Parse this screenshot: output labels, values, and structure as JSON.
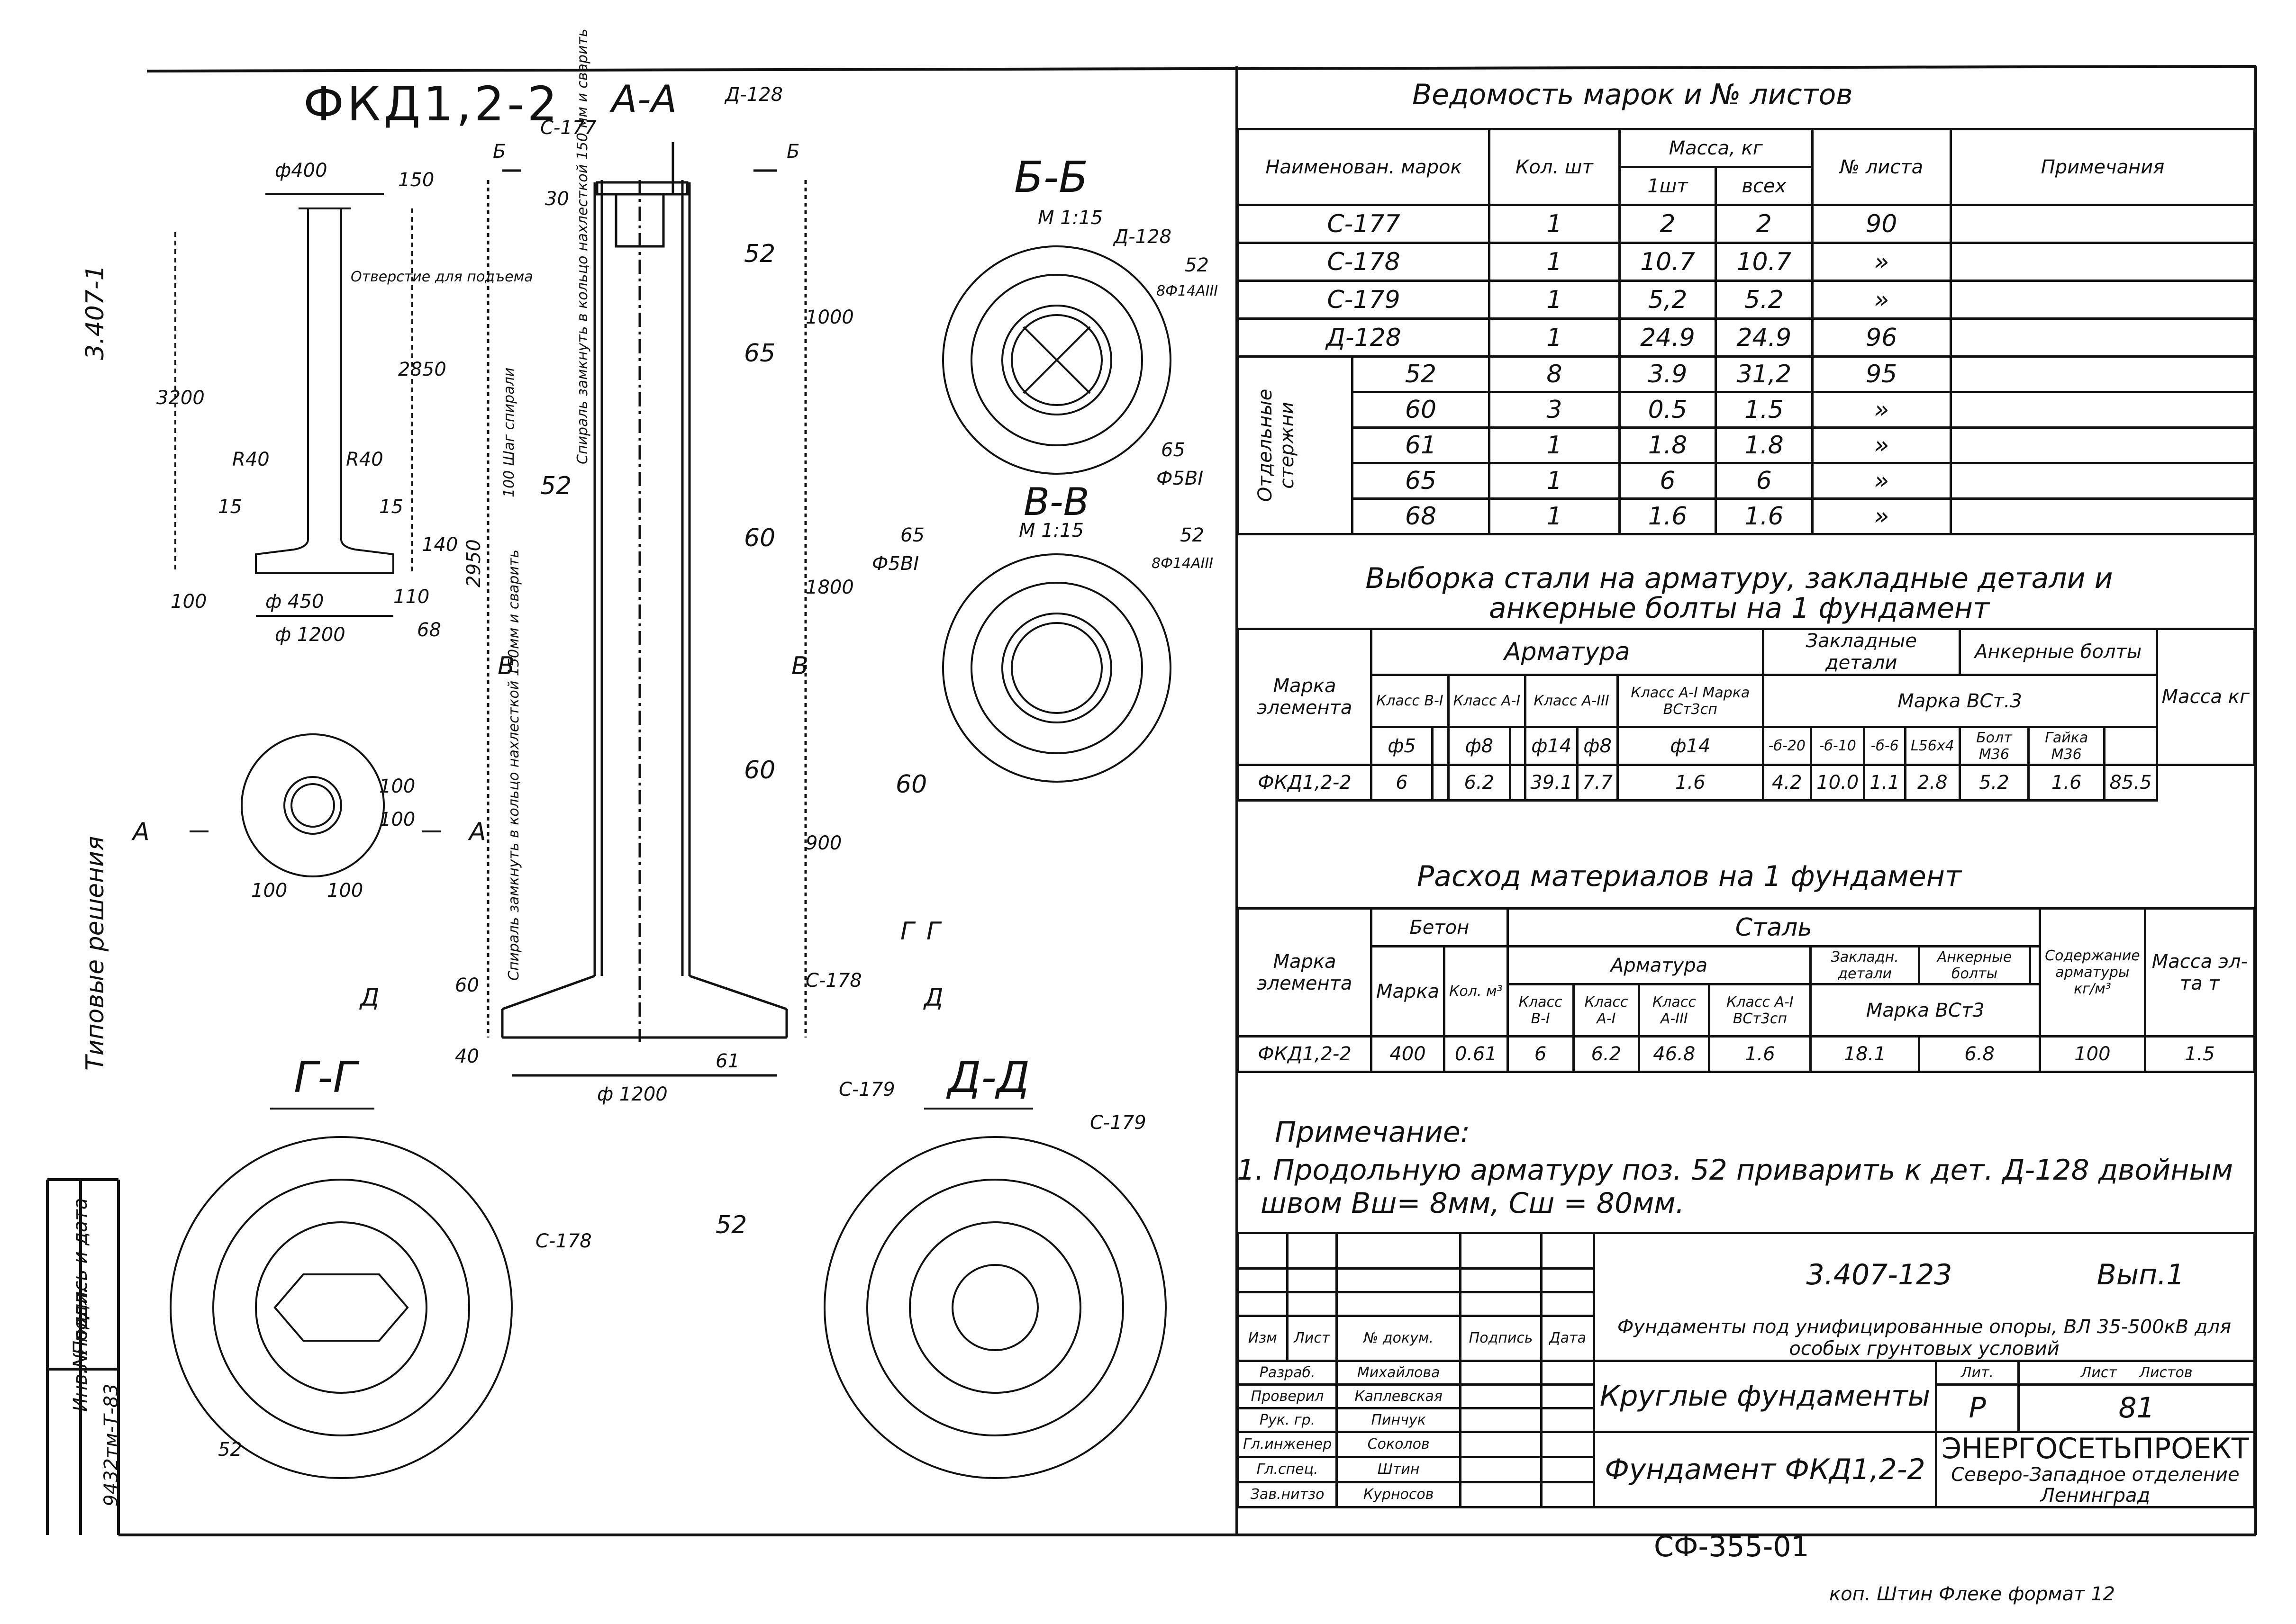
{
  "drawing": {
    "mark": "ФКД1,2-2",
    "side_code": "3.407-1",
    "side_label": "Типовые решения",
    "sections": {
      "aa": "А-А",
      "bb": "Б-Б",
      "vv": "В-В",
      "gg": "Г-Г",
      "dd": "Д-Д",
      "scale": "М 1:15"
    },
    "elevation_dims": [
      "ф400",
      "150",
      "3200",
      "2850",
      "R40",
      "R40",
      "15",
      "15",
      "140",
      "100",
      "110",
      "ф 450",
      "ф 1200",
      "68"
    ],
    "elevation_notes": [
      "Отверстие для подъема"
    ],
    "section_aa_labels": [
      "С-177",
      "Д-128",
      "Б",
      "Б",
      "30",
      "52",
      "65",
      "1000",
      "1800",
      "900",
      "60",
      "60",
      "С-178",
      "С-179",
      "61",
      "ф 1200",
      "40",
      "60",
      "52",
      "В",
      "В",
      "Г",
      "Г",
      "Д",
      "Д",
      "2950"
    ],
    "section_aa_notes": [
      "Спираль замкнуть в кольцо нахлесткой 150 мм и сварить",
      "100 Шаг спирали",
      "Спираль замкнуть в кольцо нахлесткой 150мм и сварить"
    ],
    "plan_labels": [
      "А",
      "А",
      "100",
      "100",
      "100",
      "100"
    ],
    "bb_labels": [
      "Д-128",
      "52",
      "8Ф14АIII",
      "65",
      "Ф5ВI"
    ],
    "vv_labels": [
      "65",
      "Ф5ВI",
      "52",
      "8Ф14АIII",
      "60"
    ],
    "gg_labels": [
      "С-178",
      "52"
    ],
    "dd_labels": [
      "С-179",
      "52"
    ]
  },
  "marks_table": {
    "title": "Ведомость марок и № листов",
    "headers": [
      "Наименован. марок",
      "Кол. шт",
      "Масса, кг",
      "1шт",
      "всех",
      "№ листа",
      "Примечания"
    ],
    "group_label": "Отдельные стержни",
    "rows": [
      {
        "name": "С-177",
        "qty": "1",
        "m1": "2",
        "mall": "2",
        "sheet": "90"
      },
      {
        "name": "С-178",
        "qty": "1",
        "m1": "10.7",
        "mall": "10.7",
        "sheet": "»"
      },
      {
        "name": "С-179",
        "qty": "1",
        "m1": "5,2",
        "mall": "5.2",
        "sheet": "»"
      },
      {
        "name": "Д-128",
        "qty": "1",
        "m1": "24.9",
        "mall": "24.9",
        "sheet": "96"
      },
      {
        "name": "52",
        "qty": "8",
        "m1": "3.9",
        "mall": "31,2",
        "sheet": "95"
      },
      {
        "name": "60",
        "qty": "3",
        "m1": "0.5",
        "mall": "1.5",
        "sheet": "»"
      },
      {
        "name": "61",
        "qty": "1",
        "m1": "1.8",
        "mall": "1.8",
        "sheet": "»"
      },
      {
        "name": "65",
        "qty": "1",
        "m1": "6",
        "mall": "6",
        "sheet": "»"
      },
      {
        "name": "68",
        "qty": "1",
        "m1": "1.6",
        "mall": "1.6",
        "sheet": "»"
      }
    ]
  },
  "steel_table": {
    "title": "Выборка стали на арматуру, закладные детали и анкерные болты на 1 фундамент",
    "h_mark": "Марка элемента",
    "h_arm": "Арматура",
    "h_classes": [
      "Класс В-I",
      "Класс А-I",
      "Класс А-III",
      "Класс А-I Марка ВСт3сп"
    ],
    "h_embed": "Закладные детали",
    "h_anchor": "Анкерные болты",
    "h_grade": "Марка ВСт.3",
    "h_mass": "Масса кг",
    "sub": [
      "ф5",
      "",
      "ф8",
      "",
      "ф14",
      "ф8",
      "ф14",
      "-б-20",
      "-б-10",
      "-б-6",
      "L56х4",
      "Болт М36",
      "Гайка М36",
      ""
    ],
    "row": [
      "ФКД1,2-2",
      "6",
      "",
      "6.2",
      "",
      "39.1",
      "7.7",
      "1.6",
      "4.2",
      "10.0",
      "1.1",
      "2.8",
      "5.2",
      "1.6",
      "",
      "85.5"
    ]
  },
  "materials_table": {
    "title": "Расход материалов на 1 фундамент",
    "h_mark": "Марка элемента",
    "h_concrete": "Бетон",
    "h_grade": "Марка",
    "h_vol": "Кол. м³",
    "h_steel": "Сталь",
    "h_arm": "Арматура",
    "h_classes": [
      "Класс В-I",
      "Класс А-I",
      "Класс А-III",
      "Класс А-I ВСт3сп"
    ],
    "h_embed": "Закладн. детали",
    "h_anchor": "Анкерные болты",
    "h_vst": "Марка ВСт3",
    "h_content": "Содержание арматуры кг/м³",
    "h_mass": "Масса эл-та т",
    "row": [
      "ФКД1,2-2",
      "400",
      "0.61",
      "6",
      "6.2",
      "46.8",
      "1.6",
      "18.1",
      "6.8",
      "100",
      "1.5"
    ]
  },
  "note": {
    "title": "Примечание:",
    "text1": "1. Продольную арматуру поз. 52 приварить к дет. Д-128 двойным",
    "text2": "швом Вш= 8мм, Сш = 80мм."
  },
  "title_block": {
    "code": "3.407-123",
    "issue": "Вып.1",
    "project": "Фундаменты под унифицированные опоры, ВЛ 35-500кВ для особых грунтовых условий",
    "section_name": "Круглые фундаменты",
    "sheet_name": "Фундамент ФКД1,2-2",
    "lit_h": "Лит.",
    "sheet_h": "Лист",
    "sheets_h": "Листов",
    "lit": "Р",
    "sheet": "81",
    "org1": "ЭНЕРГОСЕТЬПРОЕКТ",
    "org2": "Северо-Западное отделение",
    "org3": "Ленинград",
    "col_heads": [
      "Изм",
      "Лист",
      "№ докум.",
      "Подпись",
      "Дата"
    ],
    "staff": [
      {
        "role": "Разраб.",
        "name": "Михайлова"
      },
      {
        "role": "Проверил",
        "name": "Каплевская"
      },
      {
        "role": "Рук. гр.",
        "name": "Пинчук"
      },
      {
        "role": "Гл.инженер",
        "name": "Соколов"
      },
      {
        "role": "Гл.спец.",
        "name": "Штин"
      },
      {
        "role": "Зав.нитзо",
        "name": "Курносов"
      }
    ],
    "stamp": "СФ-355-01"
  },
  "left_strip": {
    "sign": "Подпись и дата",
    "inv": "Инв.№ подл.",
    "inv_val": "9432тм-Т-83"
  },
  "bottom_line": "коп. Штин Флеке формат 12"
}
